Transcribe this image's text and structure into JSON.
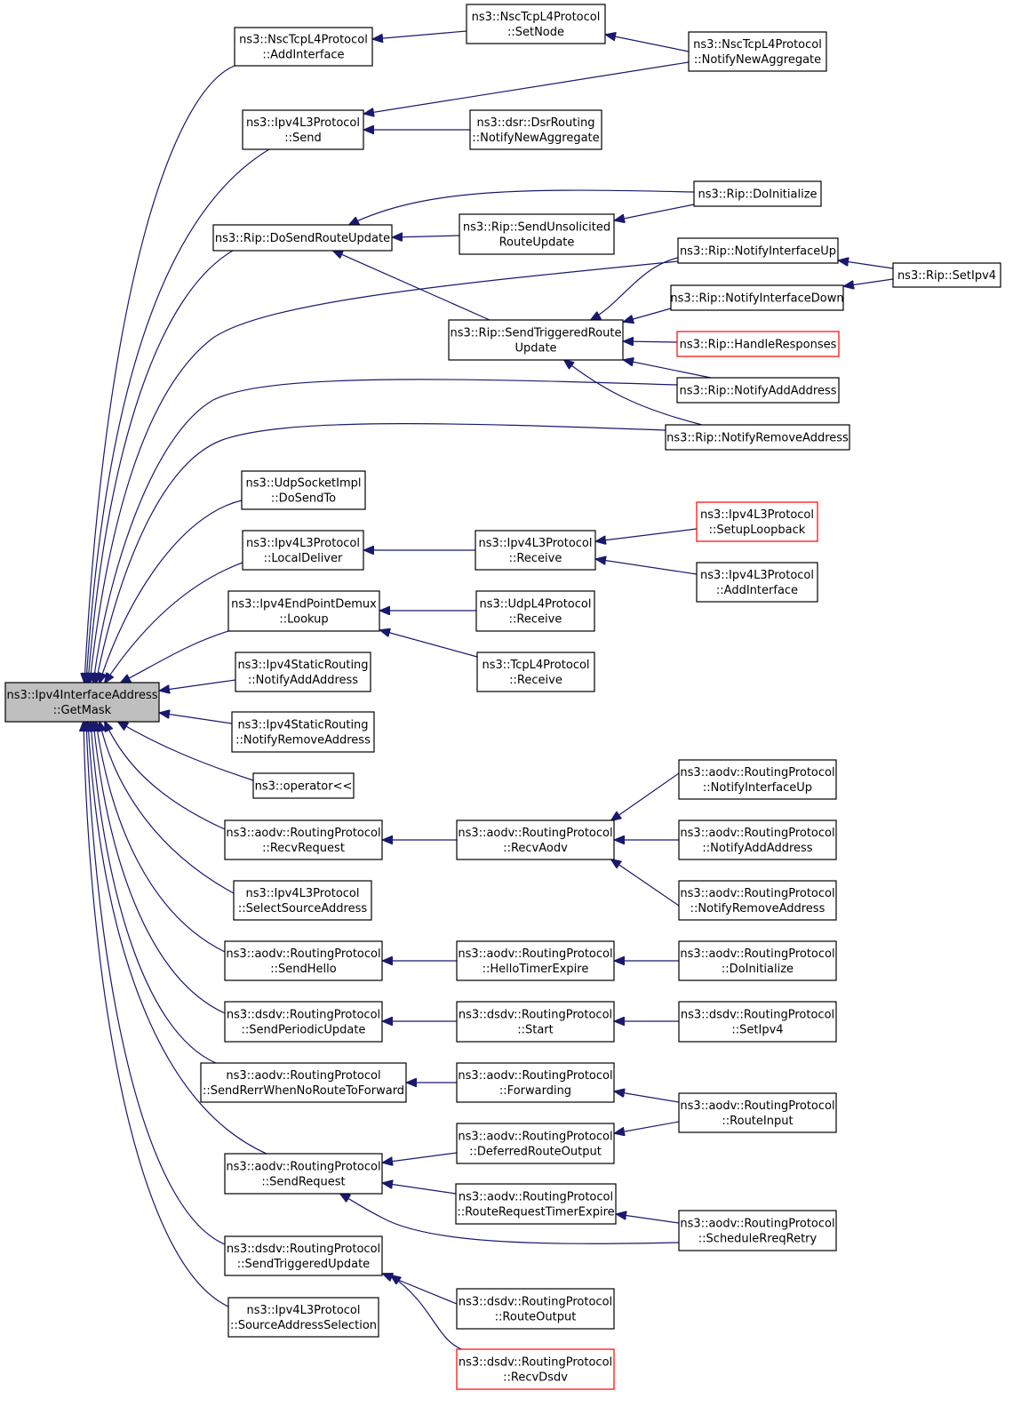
{
  "graph": {
    "focus_node": "getmask",
    "colors": {
      "edge": "#191970",
      "node_border": "#000000",
      "node_border_highlight": "#ff0000",
      "focus_fill": "#bfbfbf"
    },
    "nodes": [
      {
        "id": "getmask",
        "lines": [
          "ns3::Ipv4InterfaceAddress",
          "::GetMask"
        ],
        "highlight": false,
        "focus": true
      },
      {
        "id": "nsc-addinterface",
        "lines": [
          "ns3::NscTcpL4Protocol",
          "::AddInterface"
        ],
        "highlight": false
      },
      {
        "id": "nsc-setnode",
        "lines": [
          "ns3::NscTcpL4Protocol",
          "::SetNode"
        ],
        "highlight": false
      },
      {
        "id": "nsc-notifynewaggregate",
        "lines": [
          "ns3::NscTcpL4Protocol",
          "::NotifyNewAggregate"
        ],
        "highlight": false
      },
      {
        "id": "ipv4l3-send",
        "lines": [
          "ns3::Ipv4L3Protocol",
          "::Send"
        ],
        "highlight": false
      },
      {
        "id": "dsr-notifynewaggregate",
        "lines": [
          "ns3::dsr::DsrRouting",
          "::NotifyNewAggregate"
        ],
        "highlight": false
      },
      {
        "id": "rip-dosendrouteupdate",
        "lines": [
          "ns3::Rip::DoSendRouteUpdate"
        ],
        "highlight": false
      },
      {
        "id": "rip-doinitialize",
        "lines": [
          "ns3::Rip::DoInitialize"
        ],
        "highlight": false
      },
      {
        "id": "rip-sendunsolicited",
        "lines": [
          "ns3::Rip::SendUnsolicited",
          "RouteUpdate"
        ],
        "highlight": false
      },
      {
        "id": "rip-notifyinterfaceup",
        "lines": [
          "ns3::Rip::NotifyInterfaceUp"
        ],
        "highlight": false
      },
      {
        "id": "rip-setipv4",
        "lines": [
          "ns3::Rip::SetIpv4"
        ],
        "highlight": false
      },
      {
        "id": "rip-notifyinterfacedown",
        "lines": [
          "ns3::Rip::NotifyInterfaceDown"
        ],
        "highlight": false
      },
      {
        "id": "rip-sendtriggered",
        "lines": [
          "ns3::Rip::SendTriggeredRoute",
          "Update"
        ],
        "highlight": false
      },
      {
        "id": "rip-handleresponses",
        "lines": [
          "ns3::Rip::HandleResponses"
        ],
        "highlight": true
      },
      {
        "id": "rip-notifyaddaddress",
        "lines": [
          "ns3::Rip::NotifyAddAddress"
        ],
        "highlight": false
      },
      {
        "id": "rip-notifyremoveaddress",
        "lines": [
          "ns3::Rip::NotifyRemoveAddress"
        ],
        "highlight": false
      },
      {
        "id": "udpsocket-dosendto",
        "lines": [
          "ns3::UdpSocketImpl",
          "::DoSendTo"
        ],
        "highlight": false
      },
      {
        "id": "ipv4l3-localdeliver",
        "lines": [
          "ns3::Ipv4L3Protocol",
          "::LocalDeliver"
        ],
        "highlight": false
      },
      {
        "id": "ipv4l3-receive",
        "lines": [
          "ns3::Ipv4L3Protocol",
          "::Receive"
        ],
        "highlight": false
      },
      {
        "id": "ipv4l3-setuploopback",
        "lines": [
          "ns3::Ipv4L3Protocol",
          "::SetupLoopback"
        ],
        "highlight": true
      },
      {
        "id": "ipv4l3-addinterface",
        "lines": [
          "ns3::Ipv4L3Protocol",
          "::AddInterface"
        ],
        "highlight": false
      },
      {
        "id": "ipv4endpoint-lookup",
        "lines": [
          "ns3::Ipv4EndPointDemux",
          "::Lookup"
        ],
        "highlight": false
      },
      {
        "id": "udpl4-receive",
        "lines": [
          "ns3::UdpL4Protocol",
          "::Receive"
        ],
        "highlight": false
      },
      {
        "id": "tcpl4-receive",
        "lines": [
          "ns3::TcpL4Protocol",
          "::Receive"
        ],
        "highlight": false
      },
      {
        "id": "static-notifyadd",
        "lines": [
          "ns3::Ipv4StaticRouting",
          "::NotifyAddAddress"
        ],
        "highlight": false
      },
      {
        "id": "static-notifyremove",
        "lines": [
          "ns3::Ipv4StaticRouting",
          "::NotifyRemoveAddress"
        ],
        "highlight": false
      },
      {
        "id": "operator",
        "lines": [
          "ns3::operator<<"
        ],
        "highlight": false
      },
      {
        "id": "aodv-recvrequest",
        "lines": [
          "ns3::aodv::RoutingProtocol",
          "::RecvRequest"
        ],
        "highlight": false
      },
      {
        "id": "aodv-recvaodv",
        "lines": [
          "ns3::aodv::RoutingProtocol",
          "::RecvAodv"
        ],
        "highlight": false
      },
      {
        "id": "aodv-notifyinterfaceup",
        "lines": [
          "ns3::aodv::RoutingProtocol",
          "::NotifyInterfaceUp"
        ],
        "highlight": false
      },
      {
        "id": "aodv-notifyaddaddress",
        "lines": [
          "ns3::aodv::RoutingProtocol",
          "::NotifyAddAddress"
        ],
        "highlight": false
      },
      {
        "id": "aodv-notifyremoveaddress",
        "lines": [
          "ns3::aodv::RoutingProtocol",
          "::NotifyRemoveAddress"
        ],
        "highlight": false
      },
      {
        "id": "ipv4l3-selectsource",
        "lines": [
          "ns3::Ipv4L3Protocol",
          "::SelectSourceAddress"
        ],
        "highlight": false
      },
      {
        "id": "aodv-sendhello",
        "lines": [
          "ns3::aodv::RoutingProtocol",
          "::SendHello"
        ],
        "highlight": false
      },
      {
        "id": "aodv-hellotimerexpire",
        "lines": [
          "ns3::aodv::RoutingProtocol",
          "::HelloTimerExpire"
        ],
        "highlight": false
      },
      {
        "id": "aodv-doinitialize",
        "lines": [
          "ns3::aodv::RoutingProtocol",
          "::DoInitialize"
        ],
        "highlight": false
      },
      {
        "id": "dsdv-sendperiodic",
        "lines": [
          "ns3::dsdv::RoutingProtocol",
          "::SendPeriodicUpdate"
        ],
        "highlight": false
      },
      {
        "id": "dsdv-start",
        "lines": [
          "ns3::dsdv::RoutingProtocol",
          "::Start"
        ],
        "highlight": false
      },
      {
        "id": "dsdv-setipv4",
        "lines": [
          "ns3::dsdv::RoutingProtocol",
          "::SetIpv4"
        ],
        "highlight": false
      },
      {
        "id": "aodv-sendrerr",
        "lines": [
          "ns3::aodv::RoutingProtocol",
          "::SendRerrWhenNoRouteToForward"
        ],
        "highlight": false
      },
      {
        "id": "aodv-forwarding",
        "lines": [
          "ns3::aodv::RoutingProtocol",
          "::Forwarding"
        ],
        "highlight": false
      },
      {
        "id": "aodv-routeinput",
        "lines": [
          "ns3::aodv::RoutingProtocol",
          "::RouteInput"
        ],
        "highlight": false
      },
      {
        "id": "aodv-sendrequest",
        "lines": [
          "ns3::aodv::RoutingProtocol",
          "::SendRequest"
        ],
        "highlight": false
      },
      {
        "id": "aodv-deferredrouteoutput",
        "lines": [
          "ns3::aodv::RoutingProtocol",
          "::DeferredRouteOutput"
        ],
        "highlight": false
      },
      {
        "id": "aodv-routerequesttimerexpire",
        "lines": [
          "ns3::aodv::RoutingProtocol",
          "::RouteRequestTimerExpire"
        ],
        "highlight": false
      },
      {
        "id": "aodv-schedulerreqretry",
        "lines": [
          "ns3::aodv::RoutingProtocol",
          "::ScheduleRreqRetry"
        ],
        "highlight": false
      },
      {
        "id": "dsdv-sendtriggered",
        "lines": [
          "ns3::dsdv::RoutingProtocol",
          "::SendTriggeredUpdate"
        ],
        "highlight": false
      },
      {
        "id": "dsdv-routeoutput",
        "lines": [
          "ns3::dsdv::RoutingProtocol",
          "::RouteOutput"
        ],
        "highlight": false
      },
      {
        "id": "dsdv-recvdsdv",
        "lines": [
          "ns3::dsdv::RoutingProtocol",
          "::RecvDsdv"
        ],
        "highlight": true
      },
      {
        "id": "ipv4l3-sourceaddressselection",
        "lines": [
          "ns3::Ipv4L3Protocol",
          "::SourceAddressSelection"
        ],
        "highlight": false
      }
    ],
    "edges": [
      {
        "from": "nsc-addinterface",
        "to": "getmask"
      },
      {
        "from": "nsc-setnode",
        "to": "nsc-addinterface"
      },
      {
        "from": "nsc-notifynewaggregate",
        "to": "nsc-setnode"
      },
      {
        "from": "nsc-notifynewaggregate",
        "to": "ipv4l3-send"
      },
      {
        "from": "ipv4l3-send",
        "to": "getmask"
      },
      {
        "from": "dsr-notifynewaggregate",
        "to": "ipv4l3-send"
      },
      {
        "from": "rip-dosendrouteupdate",
        "to": "getmask"
      },
      {
        "from": "rip-doinitialize",
        "to": "rip-dosendrouteupdate"
      },
      {
        "from": "rip-doinitialize",
        "to": "rip-sendunsolicited"
      },
      {
        "from": "rip-sendunsolicited",
        "to": "rip-dosendrouteupdate"
      },
      {
        "from": "rip-sendtriggered",
        "to": "rip-dosendrouteupdate"
      },
      {
        "from": "rip-notifyinterfaceup",
        "to": "getmask"
      },
      {
        "from": "rip-notifyinterfaceup",
        "to": "rip-sendtriggered"
      },
      {
        "from": "rip-setipv4",
        "to": "rip-notifyinterfaceup"
      },
      {
        "from": "rip-setipv4",
        "to": "rip-notifyinterfacedown"
      },
      {
        "from": "rip-notifyinterfacedown",
        "to": "rip-sendtriggered"
      },
      {
        "from": "rip-handleresponses",
        "to": "rip-sendtriggered"
      },
      {
        "from": "rip-notifyaddaddress",
        "to": "rip-sendtriggered"
      },
      {
        "from": "rip-notifyaddaddress",
        "to": "getmask"
      },
      {
        "from": "rip-notifyremoveaddress",
        "to": "rip-sendtriggered"
      },
      {
        "from": "rip-notifyremoveaddress",
        "to": "getmask"
      },
      {
        "from": "udpsocket-dosendto",
        "to": "getmask"
      },
      {
        "from": "ipv4l3-localdeliver",
        "to": "getmask"
      },
      {
        "from": "ipv4l3-receive",
        "to": "ipv4l3-localdeliver"
      },
      {
        "from": "ipv4l3-setuploopback",
        "to": "ipv4l3-receive"
      },
      {
        "from": "ipv4l3-addinterface",
        "to": "ipv4l3-receive"
      },
      {
        "from": "ipv4endpoint-lookup",
        "to": "getmask"
      },
      {
        "from": "udpl4-receive",
        "to": "ipv4endpoint-lookup"
      },
      {
        "from": "tcpl4-receive",
        "to": "ipv4endpoint-lookup"
      },
      {
        "from": "static-notifyadd",
        "to": "getmask"
      },
      {
        "from": "static-notifyremove",
        "to": "getmask"
      },
      {
        "from": "operator",
        "to": "getmask"
      },
      {
        "from": "aodv-recvrequest",
        "to": "getmask"
      },
      {
        "from": "aodv-recvaodv",
        "to": "aodv-recvrequest"
      },
      {
        "from": "aodv-notifyinterfaceup",
        "to": "aodv-recvaodv"
      },
      {
        "from": "aodv-notifyaddaddress",
        "to": "aodv-recvaodv"
      },
      {
        "from": "aodv-notifyremoveaddress",
        "to": "aodv-recvaodv"
      },
      {
        "from": "ipv4l3-selectsource",
        "to": "getmask"
      },
      {
        "from": "aodv-sendhello",
        "to": "getmask"
      },
      {
        "from": "aodv-hellotimerexpire",
        "to": "aodv-sendhello"
      },
      {
        "from": "aodv-doinitialize",
        "to": "aodv-hellotimerexpire"
      },
      {
        "from": "dsdv-sendperiodic",
        "to": "getmask"
      },
      {
        "from": "dsdv-start",
        "to": "dsdv-sendperiodic"
      },
      {
        "from": "dsdv-setipv4",
        "to": "dsdv-start"
      },
      {
        "from": "aodv-sendrerr",
        "to": "getmask"
      },
      {
        "from": "aodv-forwarding",
        "to": "aodv-sendrerr"
      },
      {
        "from": "aodv-routeinput",
        "to": "aodv-forwarding"
      },
      {
        "from": "aodv-routeinput",
        "to": "aodv-deferredrouteoutput"
      },
      {
        "from": "aodv-sendrequest",
        "to": "getmask"
      },
      {
        "from": "aodv-deferredrouteoutput",
        "to": "aodv-sendrequest"
      },
      {
        "from": "aodv-routerequesttimerexpire",
        "to": "aodv-sendrequest"
      },
      {
        "from": "aodv-schedulerreqretry",
        "to": "aodv-routerequesttimerexpire"
      },
      {
        "from": "aodv-schedulerreqretry",
        "to": "aodv-sendrequest"
      },
      {
        "from": "dsdv-sendtriggered",
        "to": "getmask"
      },
      {
        "from": "dsdv-routeoutput",
        "to": "dsdv-sendtriggered"
      },
      {
        "from": "dsdv-recvdsdv",
        "to": "dsdv-sendtriggered"
      },
      {
        "from": "ipv4l3-sourceaddressselection",
        "to": "getmask"
      }
    ]
  }
}
